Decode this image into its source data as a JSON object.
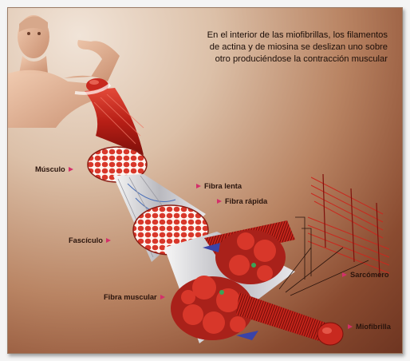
{
  "caption": "En el interior de las miofibrillas, los filamentos de actina y de miosina se deslizan uno sobre otro produciéndose la contracción muscular",
  "labels": {
    "musculo": "Músculo",
    "fibra_lenta": "Fibra lenta",
    "fibra_rapida": "Fibra rápida",
    "fasciculo": "Fascículo",
    "fibra_muscular": "Fibra muscular",
    "sarcomero": "Sarcómero",
    "miofibrilla": "Miofibrilla"
  },
  "colors": {
    "arrow": "#d42f6a",
    "muscle_red": "#c8291f",
    "skin": "#e3b79a"
  }
}
